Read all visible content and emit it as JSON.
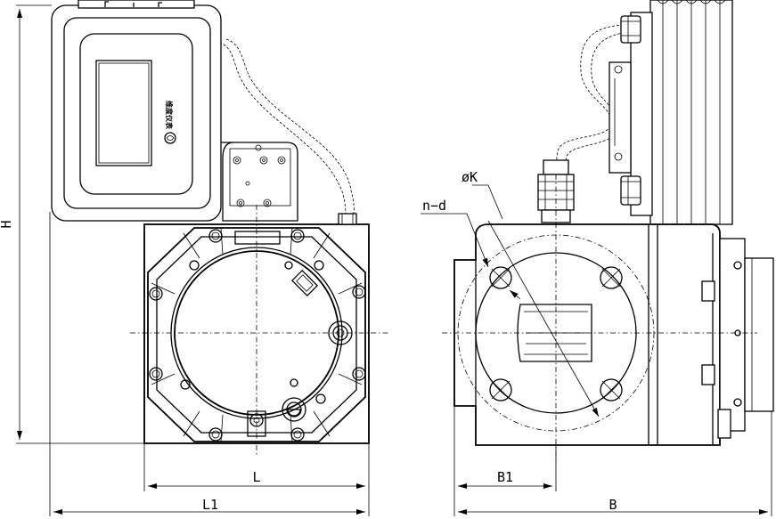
{
  "labels": {
    "height": "H",
    "length": "L",
    "length_total": "L1",
    "width_partial": "B1",
    "width_total": "B",
    "bolt_circle": "øK",
    "holes": "n−d"
  },
  "display": {
    "brand": "维度仪表"
  }
}
